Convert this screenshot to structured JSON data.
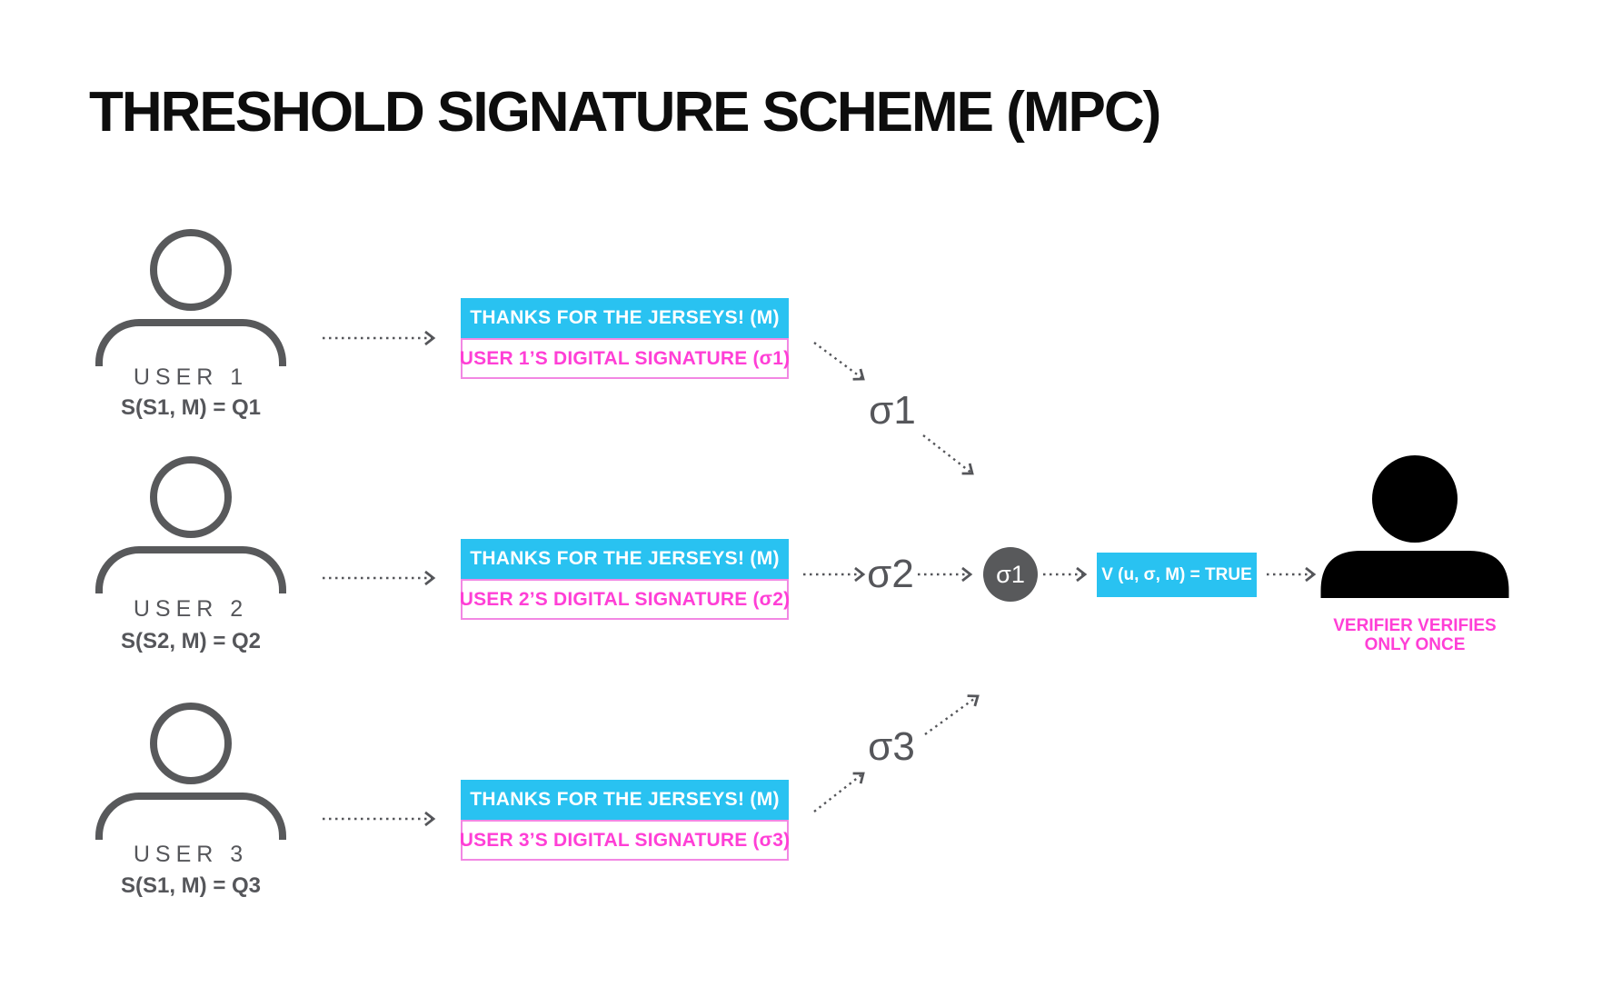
{
  "title": "THRESHOLD SIGNATURE SCHEME (MPC)",
  "colors": {
    "accent_cyan": "#29c2f1",
    "accent_magenta": "#ff3fd6",
    "magenta_border": "#f287e3",
    "icon_gray": "#58595b",
    "arrow_gray": "#55565a",
    "verifier_black": "#000000"
  },
  "icons": {
    "user": "person-outline-icon",
    "verifier": "person-filled-icon"
  },
  "users": [
    {
      "name": "USER 1",
      "formula": "S(S1, M) = Q1",
      "message": "THANKS FOR THE JERSEYS! (M)",
      "signature": "USER 1’S DIGITAL SIGNATURE (σ1)",
      "sigma": "σ1"
    },
    {
      "name": "USER 2",
      "formula": "S(S2, M) = Q2",
      "message": "THANKS FOR THE JERSEYS! (M)",
      "signature": "USER 2’S DIGITAL SIGNATURE (σ2)",
      "sigma": "σ2"
    },
    {
      "name": "USER 3",
      "formula": "S(S1, M) = Q3",
      "message": "THANKS FOR THE JERSEYS! (M)",
      "signature": "USER 3’S DIGITAL SIGNATURE (σ3)",
      "sigma": "σ3"
    }
  ],
  "aggregator": {
    "label": "σ1"
  },
  "verification": {
    "formula": "V (u, σ, M) = TRUE"
  },
  "verifier": {
    "caption_line1": "VERIFIER VERIFIES",
    "caption_line2": "ONLY ONCE"
  }
}
